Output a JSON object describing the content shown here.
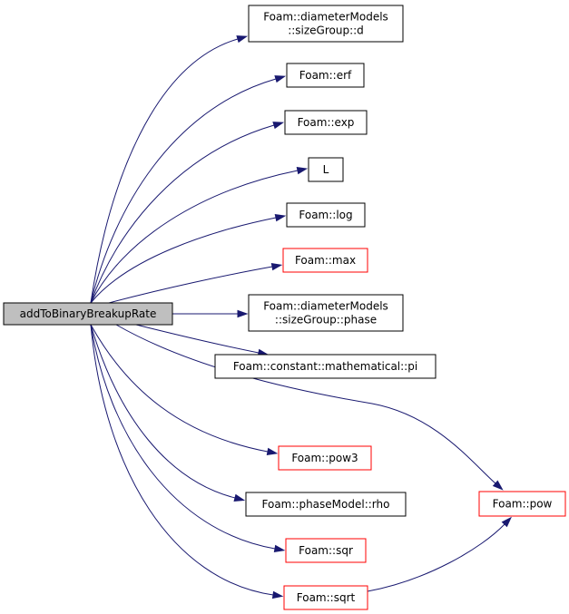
{
  "graph": {
    "root": {
      "label": "addToBinaryBreakupRate",
      "fill": "#bfbfbf",
      "border": "#000000"
    },
    "nodes": [
      {
        "id": "d",
        "lines": [
          "Foam::diameterModels",
          "::sizeGroup::d"
        ],
        "border": "#000000"
      },
      {
        "id": "erf",
        "lines": [
          "Foam::erf"
        ],
        "border": "#000000"
      },
      {
        "id": "exp",
        "lines": [
          "Foam::exp"
        ],
        "border": "#000000"
      },
      {
        "id": "L",
        "lines": [
          "L"
        ],
        "border": "#000000"
      },
      {
        "id": "log",
        "lines": [
          "Foam::log"
        ],
        "border": "#000000"
      },
      {
        "id": "max",
        "lines": [
          "Foam::max"
        ],
        "border": "#ff0000"
      },
      {
        "id": "phase",
        "lines": [
          "Foam::diameterModels",
          "::sizeGroup::phase"
        ],
        "border": "#000000"
      },
      {
        "id": "pi",
        "lines": [
          "Foam::constant::mathematical::pi"
        ],
        "border": "#000000"
      },
      {
        "id": "pow3",
        "lines": [
          "Foam::pow3"
        ],
        "border": "#ff0000"
      },
      {
        "id": "rho",
        "lines": [
          "Foam::phaseModel::rho"
        ],
        "border": "#000000"
      },
      {
        "id": "sqr",
        "lines": [
          "Foam::sqr"
        ],
        "border": "#ff0000"
      },
      {
        "id": "sqrt",
        "lines": [
          "Foam::sqrt"
        ],
        "border": "#ff0000"
      },
      {
        "id": "pow",
        "lines": [
          "Foam::pow"
        ],
        "border": "#ff0000"
      }
    ],
    "edges": [
      {
        "from": "root",
        "to": "d"
      },
      {
        "from": "root",
        "to": "erf"
      },
      {
        "from": "root",
        "to": "exp"
      },
      {
        "from": "root",
        "to": "L"
      },
      {
        "from": "root",
        "to": "log"
      },
      {
        "from": "root",
        "to": "max"
      },
      {
        "from": "root",
        "to": "phase"
      },
      {
        "from": "root",
        "to": "pi"
      },
      {
        "from": "root",
        "to": "pow"
      },
      {
        "from": "root",
        "to": "pow3"
      },
      {
        "from": "root",
        "to": "rho"
      },
      {
        "from": "root",
        "to": "sqr"
      },
      {
        "from": "root",
        "to": "sqrt"
      },
      {
        "from": "sqrt",
        "to": "pow"
      }
    ],
    "edge_color": "#191970"
  }
}
